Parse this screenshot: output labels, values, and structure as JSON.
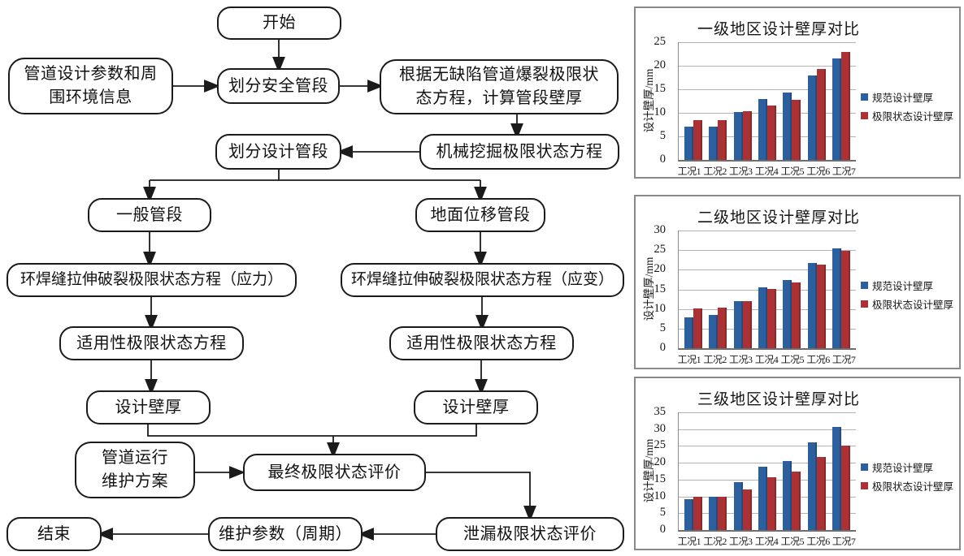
{
  "figure": {
    "flowchart": {
      "boxes": [
        {
          "id": "start",
          "label": "开始"
        },
        {
          "id": "input-info",
          "label": "管道设计参数和周\n围环境信息"
        },
        {
          "id": "divide-safe",
          "label": "划分安全管段"
        },
        {
          "id": "burst-eq",
          "label": "根据无缺陷管道爆裂极限状\n态方程，计算管段壁厚"
        },
        {
          "id": "divide-design",
          "label": "划分设计管段"
        },
        {
          "id": "mech-eq",
          "label": "机械挖掘极限状态方程"
        },
        {
          "id": "general-seg",
          "label": "一般管段"
        },
        {
          "id": "ground-seg",
          "label": "地面位移管段"
        },
        {
          "id": "weld-stress",
          "label": "环焊缝拉伸破裂极限状态方程（应力）"
        },
        {
          "id": "weld-strain",
          "label": "环焊缝拉伸破裂极限状态方程（应变）"
        },
        {
          "id": "fitness-left",
          "label": "适用性极限状态方程"
        },
        {
          "id": "fitness-right",
          "label": "适用性极限状态方程"
        },
        {
          "id": "thickness-left",
          "label": "设计壁厚"
        },
        {
          "id": "thickness-right",
          "label": "设计壁厚"
        },
        {
          "id": "maintenance-plan",
          "label": "管道运行\n维护方案"
        },
        {
          "id": "final-eval",
          "label": "最终极限状态评价"
        },
        {
          "id": "leak-eval",
          "label": "泄漏极限状态评价"
        },
        {
          "id": "maint-params",
          "label": "维护参数（周期）"
        },
        {
          "id": "end",
          "label": "结束"
        }
      ]
    },
    "colors": {
      "bar_blue": "#2B5F9E",
      "bar_red": "#AC3134",
      "gridline": "#B3B3B3",
      "panel_border": "#8A8A8A",
      "flow_stroke": "#1B1B1B"
    }
  },
  "chart_data": [
    {
      "type": "bar",
      "title": "一级地区设计壁厚对比",
      "xlabel": "",
      "ylabel": "设计壁厚/mm",
      "ylim": [
        0,
        25
      ],
      "ytick_step": 5,
      "grid": true,
      "legend_position": "right",
      "categories": [
        "工况1",
        "工况2",
        "工况3",
        "工况4",
        "工况5",
        "工况6",
        "工况7"
      ],
      "series": [
        {
          "name": "规范设计壁厚",
          "color": "#2B5F9E",
          "values": [
            7.0,
            7.0,
            10.1,
            12.9,
            14.3,
            18.0,
            21.6
          ]
        },
        {
          "name": "极限状态设计壁厚",
          "color": "#AC3134",
          "values": [
            8.4,
            8.4,
            10.3,
            11.5,
            12.8,
            19.3,
            23.0
          ]
        }
      ]
    },
    {
      "type": "bar",
      "title": "二级地区设计壁厚对比",
      "xlabel": "",
      "ylabel": "设计壁厚/mm",
      "ylim": [
        0,
        30
      ],
      "ytick_step": 5,
      "grid": true,
      "legend_position": "right",
      "categories": [
        "工况1",
        "工况2",
        "工况3",
        "工况4",
        "工况5",
        "工况6",
        "工况7"
      ],
      "series": [
        {
          "name": "规范设计壁厚",
          "color": "#2B5F9E",
          "values": [
            7.8,
            8.5,
            12.1,
            15.6,
            17.3,
            21.8,
            25.5
          ]
        },
        {
          "name": "极限状态设计壁厚",
          "color": "#AC3134",
          "values": [
            10.2,
            10.3,
            12.1,
            15.2,
            16.8,
            21.4,
            24.8
          ]
        }
      ]
    },
    {
      "type": "bar",
      "title": "三级地区设计壁厚对比",
      "xlabel": "",
      "ylabel": "设计壁厚/mm",
      "ylim": [
        0,
        35
      ],
      "ytick_step": 5,
      "grid": true,
      "legend_position": "right",
      "categories": [
        "工况1",
        "工况2",
        "工况3",
        "工况4",
        "工况5",
        "工况6",
        "工况7"
      ],
      "series": [
        {
          "name": "规范设计壁厚",
          "color": "#2B5F9E",
          "values": [
            9.1,
            10.0,
            14.2,
            18.9,
            20.6,
            26.0,
            30.6
          ]
        },
        {
          "name": "极限状态设计壁厚",
          "color": "#AC3134",
          "values": [
            9.9,
            10.0,
            12.1,
            15.6,
            17.3,
            21.7,
            25.2
          ]
        }
      ]
    }
  ]
}
